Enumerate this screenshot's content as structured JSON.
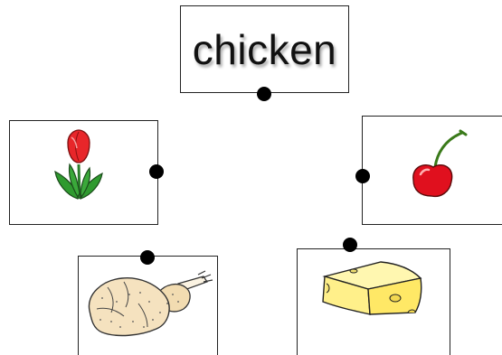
{
  "word_card": {
    "label": "chicken"
  },
  "picture_cards": [
    {
      "icon": "tulip-icon",
      "colors": {
        "petal": "#e8262a",
        "leaf": "#2f9a2f"
      }
    },
    {
      "icon": "cherry-icon",
      "colors": {
        "fruit": "#e0101e",
        "stem": "#3a7a1a"
      }
    },
    {
      "icon": "roast-chicken-icon",
      "colors": {
        "body": "#f5e2bf",
        "outline": "#333333"
      }
    },
    {
      "icon": "cheese-icon",
      "colors": {
        "body": "#fff08a",
        "outline": "#222222"
      }
    }
  ],
  "connector_dots": [
    {
      "target": "word"
    },
    {
      "target": "tulip"
    },
    {
      "target": "cherry"
    },
    {
      "target": "chicken"
    },
    {
      "target": "cheese"
    }
  ]
}
